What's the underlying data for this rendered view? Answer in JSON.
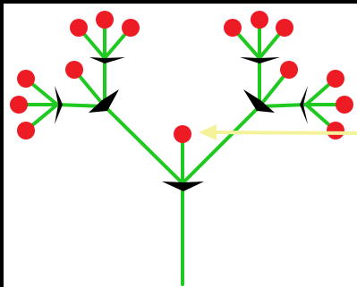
{
  "diagram": {
    "colors": {
      "frame": "#000000",
      "background": "#ffffff",
      "stem": "#1fc91f",
      "flower": "#ec1b24",
      "bract": "#000000",
      "arrow": "#f4f39b"
    },
    "icons": {
      "flower": "red-circle",
      "bract": "black-wedge",
      "arrow": "pointer-arrow"
    }
  }
}
